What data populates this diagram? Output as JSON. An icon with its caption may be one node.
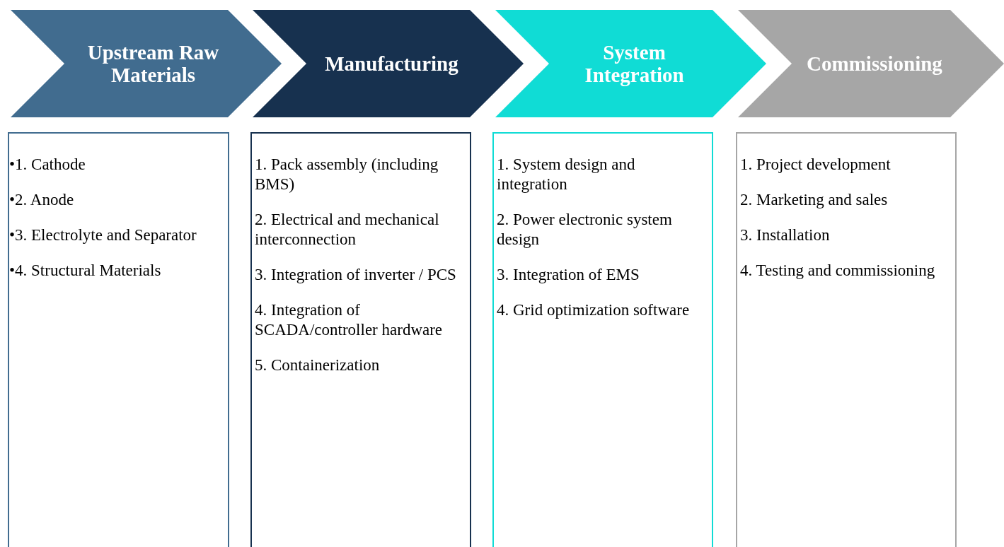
{
  "diagram": {
    "nodes": [
      {
        "text": [
          "Upstream Raw Materials"
        ]
      },
      {
        "text": [
          "Manufacturing"
        ]
      },
      {
        "text": [
          "System Integration"
        ]
      },
      {
        "text": [
          "Commissioning"
        ]
      },
      {
        "text": [
          "•1. Cathode",
          "•2. Anode",
          "•3. Electrolyte and Separator",
          "•4. Structural Materials"
        ]
      },
      {
        "text": [
          "1. Pack assembly (including BMS)",
          "2. Electrical and mechanical interconnection",
          "3. Integration of inverter / PCS",
          "4. Integration of SCADA/controller hardware",
          "5. Containerization"
        ]
      },
      {
        "text": [
          "1. System design and integration",
          "2. Power electronic system design",
          "3. Integration of EMS",
          "4. Grid optimization software"
        ]
      },
      {
        "text": [
          "1. Project development",
          "2. Marketing and sales",
          "3. Installation",
          "4. Testing and commissioning"
        ]
      }
    ],
    "edges": []
  }
}
